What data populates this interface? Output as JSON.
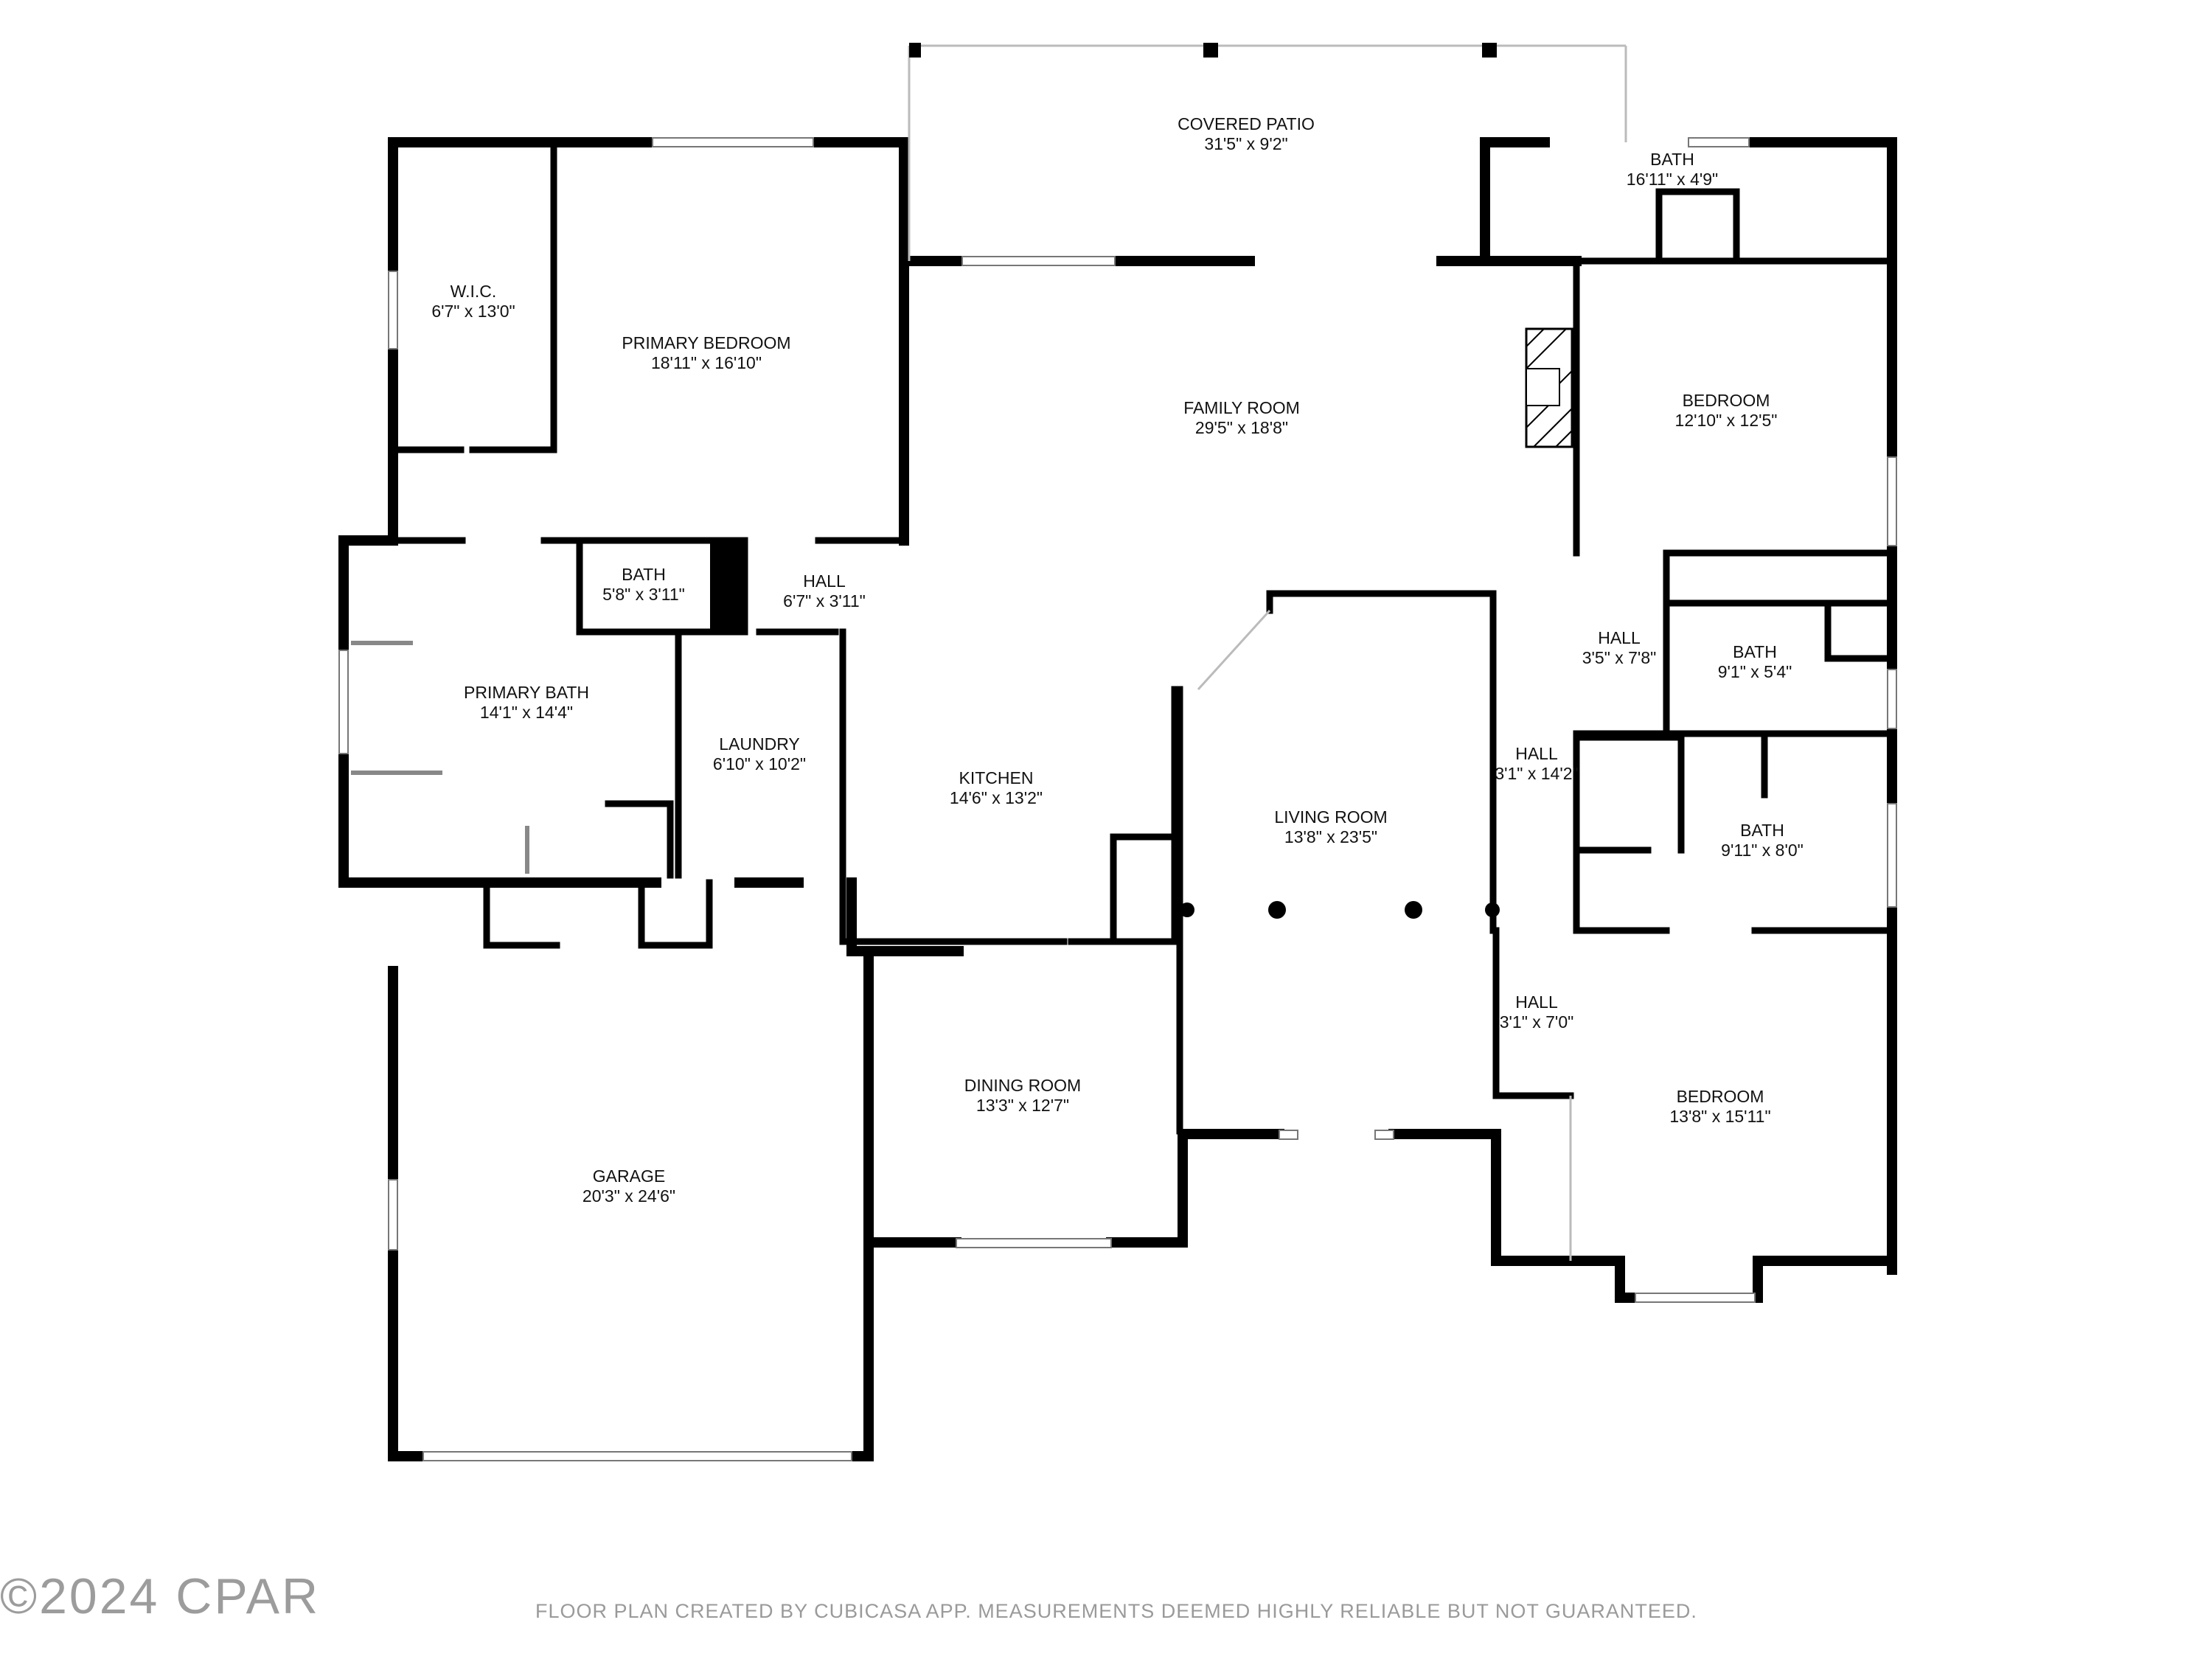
{
  "rooms": {
    "covered_patio": {
      "name": "COVERED PATIO",
      "dim": "31'5\" x 9'2\""
    },
    "bath_top": {
      "name": "BATH",
      "dim": "16'11\" x 4'9\""
    },
    "wic": {
      "name": "W.I.C.",
      "dim": "6'7\" x 13'0\""
    },
    "primary_bedroom": {
      "name": "PRIMARY BEDROOM",
      "dim": "18'11\" x 16'10\""
    },
    "family_room": {
      "name": "FAMILY ROOM",
      "dim": "29'5\" x 18'8\""
    },
    "bedroom_ne": {
      "name": "BEDROOM",
      "dim": "12'10\" x 12'5\""
    },
    "bath_small": {
      "name": "BATH",
      "dim": "5'8\" x 3'11\""
    },
    "hall_small": {
      "name": "HALL",
      "dim": "6'7\" x 3'11\""
    },
    "hall_east": {
      "name": "HALL",
      "dim": "3'5\" x 7'8\""
    },
    "bath_east": {
      "name": "BATH",
      "dim": "9'1\" x 5'4\""
    },
    "primary_bath": {
      "name": "PRIMARY BATH",
      "dim": "14'1\" x 14'4\""
    },
    "laundry": {
      "name": "LAUNDRY",
      "dim": "6'10\" x 10'2\""
    },
    "kitchen": {
      "name": "KITCHEN",
      "dim": "14'6\" x 13'2\""
    },
    "living_room": {
      "name": "LIVING ROOM",
      "dim": "13'8\" x 23'5\""
    },
    "hall_long": {
      "name": "HALL",
      "dim": "3'1\" x 14'2\""
    },
    "bath_se": {
      "name": "BATH",
      "dim": "9'11\" x 8'0\""
    },
    "hall_se": {
      "name": "HALL",
      "dim": "3'1\" x 7'0\""
    },
    "dining_room": {
      "name": "DINING ROOM",
      "dim": "13'3\" x 12'7\""
    },
    "bedroom_se": {
      "name": "BEDROOM",
      "dim": "13'8\" x 15'11\""
    },
    "garage": {
      "name": "GARAGE",
      "dim": "20'3\" x 24'6\""
    }
  },
  "footer_text": "FLOOR PLAN CREATED BY CUBICASA APP. MEASUREMENTS DEEMED HIGHLY RELIABLE BUT NOT GUARANTEED.",
  "watermark_text": "©2024 CPAR"
}
